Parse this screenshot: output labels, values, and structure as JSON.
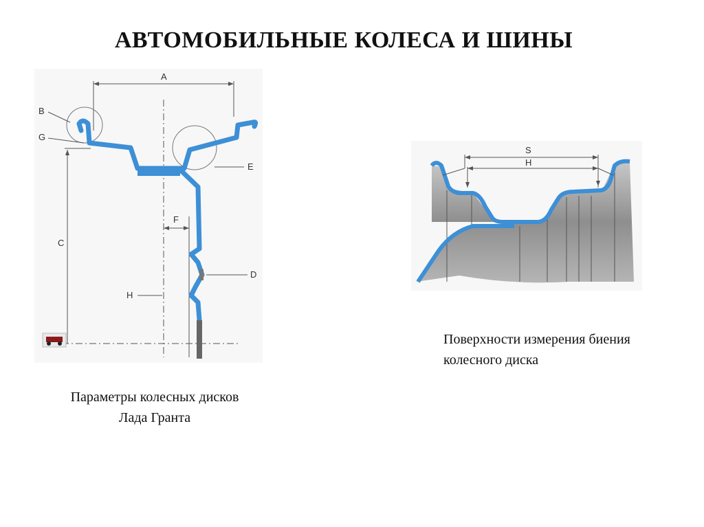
{
  "slide": {
    "title": "АВТОМОБИЛЬНЫЕ КОЛЕСА И ШИНЫ"
  },
  "left_figure": {
    "labels": {
      "a": "A",
      "b": "B",
      "g": "G",
      "c": "C",
      "e": "E",
      "f": "F",
      "d": "D",
      "h": "H"
    },
    "caption_line1": "Параметры колесных дисков",
    "caption_line2": "Лада Гранта"
  },
  "right_figure": {
    "labels": {
      "s": "S",
      "h": "H"
    },
    "caption_line1": "Поверхности измерения биения",
    "caption_line2": "колесного диска"
  },
  "colors": {
    "profile_blue": "#3d8fd6",
    "line": "#444444",
    "background_fig": "#f7f7f7",
    "rim_grey": "#9a9a9a"
  }
}
